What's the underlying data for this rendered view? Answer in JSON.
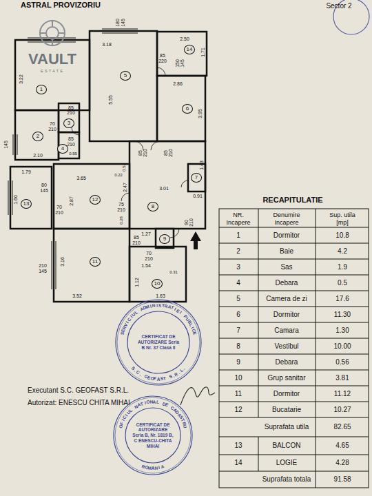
{
  "diagram": {
    "nodes": [
      {
        "text": [
          "1"
        ]
      },
      {
        "text": [
          "2"
        ]
      },
      {
        "text": [
          "3"
        ]
      },
      {
        "text": [
          "4"
        ]
      },
      {
        "text": [
          "5"
        ]
      },
      {
        "text": [
          "6"
        ]
      },
      {
        "text": [
          "7"
        ]
      },
      {
        "text": [
          "8"
        ]
      },
      {
        "text": [
          "9"
        ]
      },
      {
        "text": [
          "10"
        ]
      },
      {
        "text": [
          "11"
        ]
      },
      {
        "text": [
          "12"
        ]
      },
      {
        "text": [
          "13"
        ]
      },
      {
        "text": [
          "14"
        ]
      },
      {
        "text": [
          "CERTIFICAT DE AUTORIZARE Seria B Nr. 37 Clasa II"
        ]
      },
      {
        "text": [
          "CERTIFICAT DE AUTORIZARE Seria B, Nr. 1819 B, C ENESCU-CHITA MIHAI"
        ]
      }
    ],
    "labels": [
      "ASTRAL PROVIZORIU",
      "Sector 2",
      "VAULT",
      "ESTATE",
      "180",
      "145",
      "3.18",
      "2.50",
      "1.71",
      "85",
      "220",
      "150",
      "145",
      "3.22",
      "5.55",
      "2.86",
      "3.95",
      "85",
      "210",
      "70",
      "210",
      "85",
      "210",
      "2.10",
      "145",
      "0.55",
      "85",
      "210",
      "85",
      "210",
      "1.79",
      "1.60",
      "80",
      "145",
      "3.65",
      "0.22",
      "0.52",
      "2.87",
      "2.47",
      "3.01",
      "1.43",
      "0.91",
      "70",
      "210",
      "75",
      "210",
      "0.28",
      "90",
      "210",
      "1.27",
      "85",
      "210",
      "70",
      "210",
      "1.54",
      "0.31",
      "1.12",
      "1.63",
      "3.16",
      "3.52",
      "210",
      "145",
      "RECAPITULATIE",
      "NR.",
      "Incapere",
      "Denumire",
      "Incapere",
      "Sup. utila",
      "[mp]",
      "1",
      "Dormitor",
      "10.8",
      "2",
      "Baie",
      "4.2",
      "3",
      "Sas",
      "1.9",
      "4",
      "Debara",
      "0.5",
      "5",
      "Camera de zi",
      "17.6",
      "6",
      "Dormitor",
      "11.30",
      "7",
      "Camara",
      "1.30",
      "8",
      "Vestibul",
      "10.00",
      "9",
      "Debara",
      "0.56",
      "10",
      "Grup sanitar",
      "3.81",
      "11",
      "Dormitor",
      "11.12",
      "12",
      "Bucatarie",
      "10.27",
      "Suprafata utila",
      "82.65",
      "13",
      "BALCON",
      "4.65",
      "14",
      "LOGIE",
      "4.28",
      "Suprafata totala",
      "91.58",
      "Executant S.C. GEOFAST S.R.L.",
      "Autorizat: ENESCU CHITA MIHAI",
      "SERVICIUL ADMINISTRATIEI PUBLICE",
      "S.C. GEOFAST S.R.L.",
      "OFICIUL NATIONAL DE CADASTRU",
      "ROMANIA"
    ]
  }
}
